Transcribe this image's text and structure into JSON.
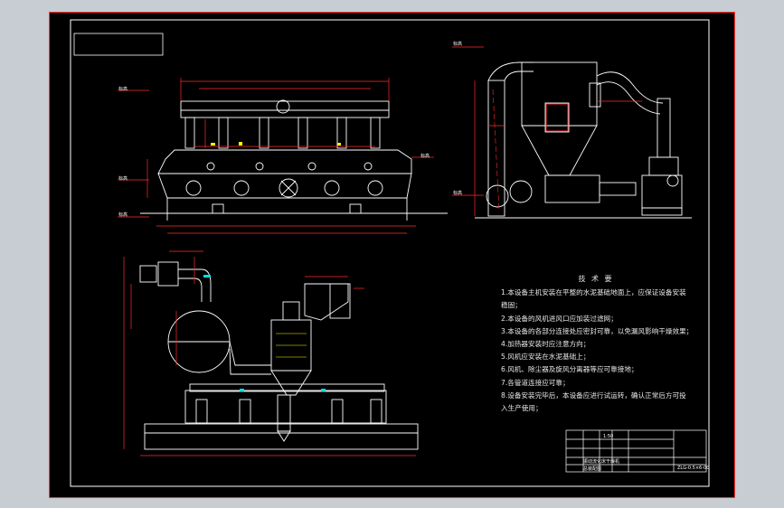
{
  "notes": {
    "title": "技 术 要",
    "lines": [
      "1.本设备主机安装在平整的水泥基础地面上，应保证设备安装",
      "稳固；",
      "2.本设备的风机进风口应加装过滤网；",
      "3.本设备的各部分连接处应密封可靠，以免漏风影响干燥效果；",
      "4.加热器安装时应注意方向；",
      "5.风机应安装在水泥基础上；",
      "6.风机、除尘器及旋风分离器等应可靠接地；",
      "7.各管道连接应可靠；",
      "8.设备安装完毕后，本设备应进行试运转，确认正常后方可投",
      "入生产使用；"
    ]
  },
  "title_block": {
    "scale_text": "1:50",
    "drawing_no": "ZLG-0.5×6-00",
    "name_text": "振动流化床干燥机",
    "material_text": "总装配图"
  },
  "elevation_labels": {
    "front_top": "标高",
    "front_mid": "标高",
    "front_right": "标高",
    "front_bottom": "标高",
    "side_top": "标高",
    "side_bottom": "标高"
  },
  "colors": {
    "background": "#000000",
    "outer_frame": "#ffffff",
    "border": "#ff3030",
    "geometry": "#ffffff",
    "dimension": "#ff2a2a",
    "center_line": "#ff2a2a",
    "highlight": "#ffff00",
    "hatch": "#00e0e0",
    "green": "#00ff00"
  }
}
